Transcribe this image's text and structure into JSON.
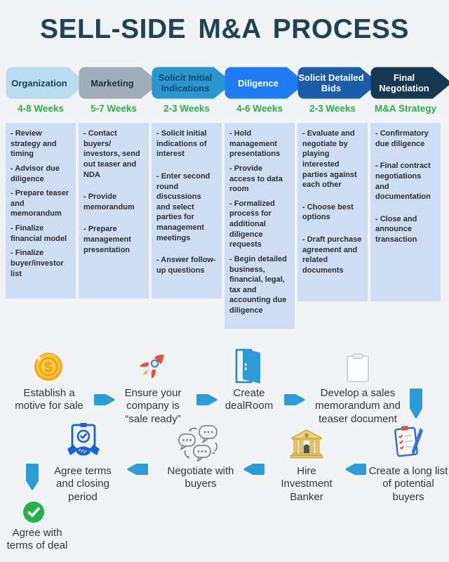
{
  "title": "SELL-SIDE M&A PROCESS",
  "colors": {
    "title": "#1D4354",
    "background": "#F1F3F5",
    "week_green": "#2FAD4B",
    "box_bg": "#CFDDF4",
    "box_text": "#2D2D36",
    "arrow_blue": "#2B9CD8",
    "check_green": "#23B24B"
  },
  "phases": [
    {
      "label": "Organization",
      "weeks": "4-8 Weeks",
      "fill": "#B9DCEE",
      "text_color": "#1D3F56",
      "items": [
        "- Review strategy and timing",
        "- Advisor due diligence",
        "- Prepare teaser and memorandum",
        "- Finalize financial model",
        "- Finalize buyer/investor list"
      ]
    },
    {
      "label": "Marketing",
      "weeks": "5-7 Weeks",
      "fill": "#A0AEB8",
      "text_color": "#1D3340",
      "items": [
        "- Contact buyers/ investors, send out teaser and NDA",
        "- Provide memorandum",
        "- Prepare management presentation"
      ]
    },
    {
      "label": "Solicit Initial Indications",
      "weeks": "2-3 Weeks",
      "fill": "#2D96D1",
      "text_color": "#124A66",
      "items": [
        "- Solicit initial indications of interest",
        "- Enter second round discussions and select parties for management meetings",
        "- Answer follow-up questions"
      ]
    },
    {
      "label": "Diligence",
      "weeks": "4-6 Weeks",
      "fill": "#1F7CF4",
      "text_color": "#FFFFFF",
      "items": [
        "- Hold management presentations",
        "- Provide access to data room",
        "- Formalized process for additional diligence requests",
        "- Begin detailed business, financial, legal, tax and accounting due diligence"
      ]
    },
    {
      "label": "Solicit Detailed Bids",
      "weeks": "2-3 Weeks",
      "fill": "#1B5DA9",
      "text_color": "#FFFFFF",
      "items": [
        "- Evaluate and negotiate by playing interested parties against each other",
        "- Choose best options",
        "- Draft purchase agreement and related documents"
      ]
    },
    {
      "label": "Final Negotiation",
      "weeks": "M&A Strategy",
      "fill": "#163852",
      "text_color": "#FFFFFF",
      "items": [
        "- Confirmatory due diligence",
        "- Final contract negotiations and documentation",
        "- Close and announce transaction"
      ]
    }
  ],
  "flow": {
    "row1": [
      {
        "icon": "coin-icon",
        "label": "Establish a motive for sale"
      },
      {
        "icon": "rocket-icon",
        "label": "Ensure your company is “sale ready”"
      },
      {
        "icon": "door-icon",
        "label": "Create dealRoom"
      },
      {
        "icon": "notepad-icon",
        "label": "Develop a sales memorandum and teaser document"
      }
    ],
    "row2": [
      {
        "icon": "checklist-icon",
        "label": "Create a long list of potential buyers"
      },
      {
        "icon": "bank-icon",
        "label": "Hire Investment Banker"
      },
      {
        "icon": "chat-bubbles-icon",
        "label": "Negotiate with buyers"
      },
      {
        "icon": "handshake-clipboard-icon",
        "label": "Agree terms and closing period"
      }
    ],
    "final": {
      "icon": "check-circle-icon",
      "label": "Agree with terms of deal"
    }
  }
}
